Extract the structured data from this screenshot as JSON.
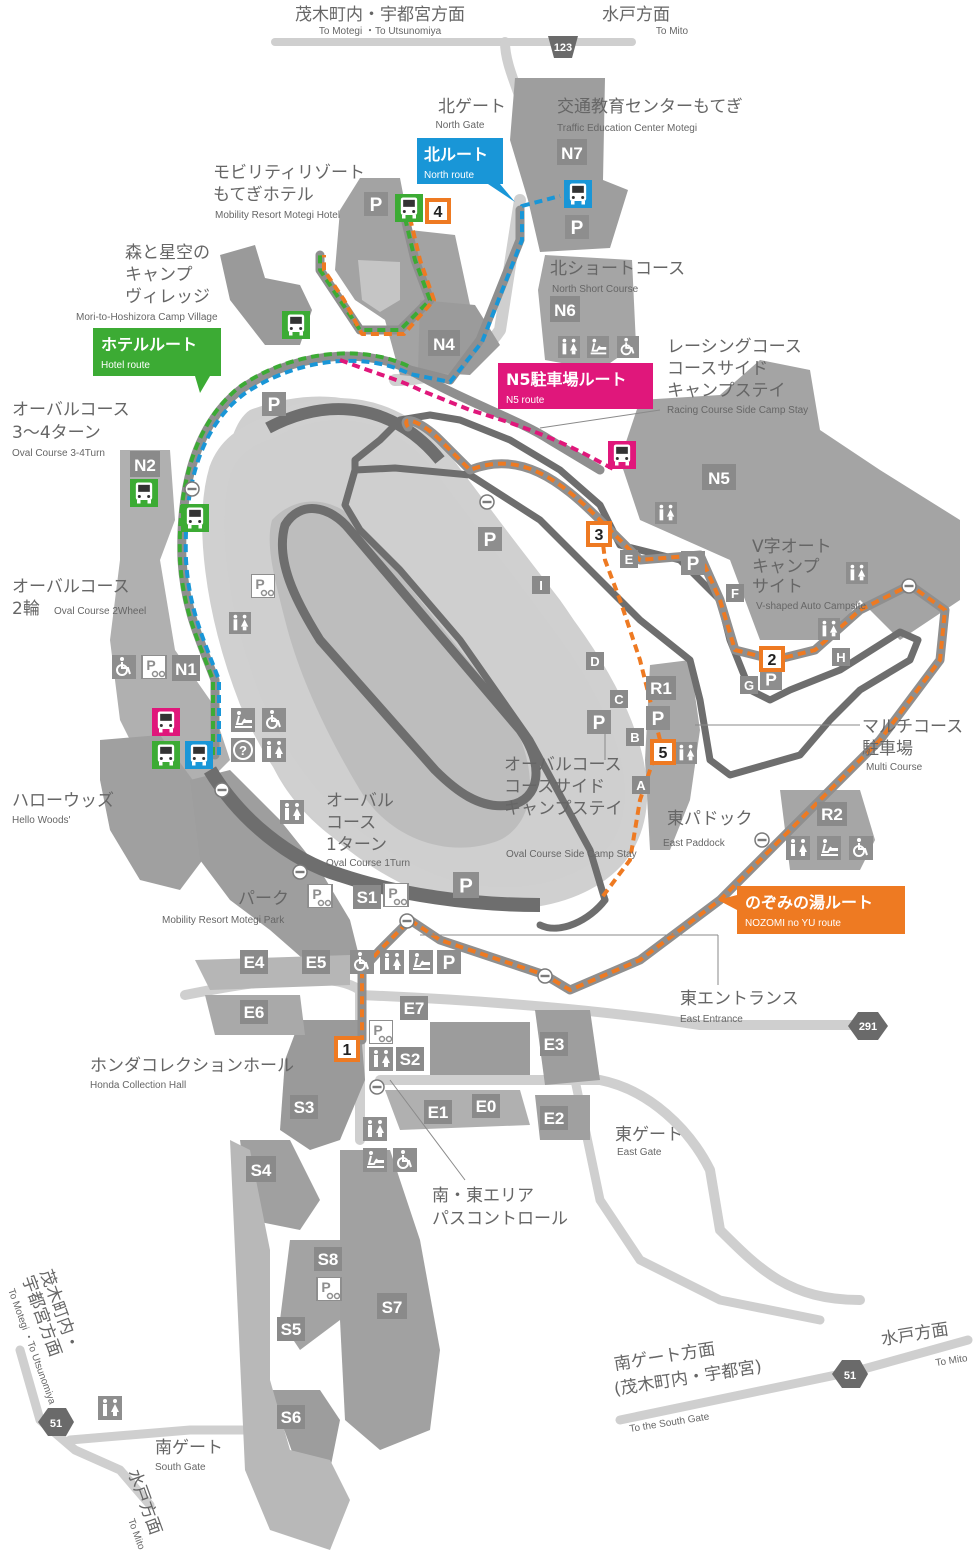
{
  "colors": {
    "land": "#a0a0a0",
    "land_light": "#c8c8c8",
    "road": "#d2d2d2",
    "track_dark": "#6e6e6e",
    "lot": "#8e8e8e",
    "north_route": "#1996d7",
    "hotel_route": "#3cab34",
    "n5_route": "#e0177b",
    "nozomi_route": "#ee7a22",
    "route_outline": "#9a9a9a"
  },
  "top_directions": {
    "left_jp": "茂木町内・宇都宮方面",
    "left_en": "To Motegi ・To Utsunomiya",
    "right_jp": "水戸方面",
    "right_en": "To Mito",
    "road_number": "123"
  },
  "places": {
    "north_gate": {
      "jp": "北ゲート",
      "en": "North Gate"
    },
    "traffic_center": {
      "jp": "交通教育センターもてぎ",
      "en": "Traffic Education Center Motegi"
    },
    "hotel": {
      "jp1": "モビリティリゾート",
      "jp2": "もてぎホテル",
      "en": "Mobility Resort Motegi Hotel"
    },
    "camp_village": {
      "jp1": "森と星空の",
      "jp2": "キャンプ",
      "jp3": "ヴィレッジ",
      "en": "Mori-to-Hoshizora Camp Village"
    },
    "north_short": {
      "jp": "北ショートコース",
      "en": "North Short Course"
    },
    "racing_camp": {
      "jp1": "レーシングコース",
      "jp2": "コースサイド",
      "jp3": "キャンプステイ",
      "en": "Racing Course Side Camp Stay"
    },
    "oval_34": {
      "jp1": "オーバルコース",
      "jp2": "3〜4ターン",
      "en": "Oval Course 3-4Turn"
    },
    "oval_2wheel": {
      "jp1": "オーバルコース",
      "jp2": "2輪",
      "en": "Oval Course 2Wheel"
    },
    "v_campsite": {
      "jp1": "V字オート",
      "jp2": "キャンプ",
      "jp3": "サイト",
      "en": "V-shaped Auto Campsite"
    },
    "multi_course": {
      "jp1": "マルチコース",
      "jp2": "駐車場",
      "en": "Multi Course"
    },
    "hello_woods": {
      "jp": "ハローウッズ",
      "en": "Hello Woods'"
    },
    "oval_1turn": {
      "jp1": "オーバル",
      "jp2": "コース",
      "jp3": "1ターン",
      "en": "Oval Course 1Turn"
    },
    "oval_camp": {
      "jp1": "オーバルコース",
      "jp2": "コースサイド",
      "jp3": "キャンプステイ",
      "en": "Oval Course Side Camp Stay"
    },
    "east_paddock": {
      "jp": "東パドック",
      "en": "East Paddock"
    },
    "park": {
      "jp": "パーク",
      "en": "Mobility Resort Motegi Park"
    },
    "east_entrance": {
      "jp": "東エントランス",
      "en": "East Entrance"
    },
    "honda_hall": {
      "jp": "ホンダコレクションホール",
      "en": "Honda Collection Hall"
    },
    "east_gate": {
      "jp": "東ゲート",
      "en": "East Gate"
    },
    "pass_control": {
      "jp1": "南・東エリア",
      "jp2": "パスコントロール"
    },
    "south_gate": {
      "jp": "南ゲート",
      "en": "South Gate"
    }
  },
  "routes": {
    "north": {
      "jp": "北ルート",
      "en": "North route"
    },
    "hotel": {
      "jp": "ホテルルート",
      "en": "Hotel route"
    },
    "n5": {
      "jp": "N5駐車場ルート",
      "en": "N5 route"
    },
    "nozomi": {
      "jp": "のぞみの湯ルート",
      "en": "NOZOMI no YU route"
    }
  },
  "lots": [
    "N7",
    "N6",
    "N4",
    "N5",
    "N2",
    "N1",
    "R1",
    "R2",
    "S1",
    "S2",
    "S3",
    "S4",
    "S5",
    "S6",
    "S7",
    "S8",
    "E0",
    "E1",
    "E2",
    "E3",
    "E4",
    "E5",
    "E6",
    "E7"
  ],
  "corners": [
    "A",
    "B",
    "C",
    "D",
    "E",
    "F",
    "G",
    "H",
    "I"
  ],
  "bus_stops": [
    "1",
    "2",
    "3",
    "4",
    "5"
  ],
  "icons": [
    "parking-icon",
    "bus-icon",
    "toilet-icon",
    "wheelchair-icon",
    "baby-care-icon",
    "motorcycle-parking-icon",
    "accessible-parking-icon",
    "information-icon",
    "no-entry-icon"
  ],
  "bottom_left": {
    "jp1": "茂木町内・",
    "jp2": "宇都宮方面",
    "en": "To Motegi ・To Utsunomiya",
    "road_number": "51",
    "mito_jp": "水戸方面",
    "mito_en": "To Mito"
  },
  "bottom_right": {
    "jp1": "南ゲート方面",
    "jp2": "(茂木町内・宇都宮)",
    "en": "To the South Gate",
    "mito_jp": "水戸方面",
    "mito_en": "To Mito",
    "road_number": "51"
  },
  "east_road_number": "291"
}
